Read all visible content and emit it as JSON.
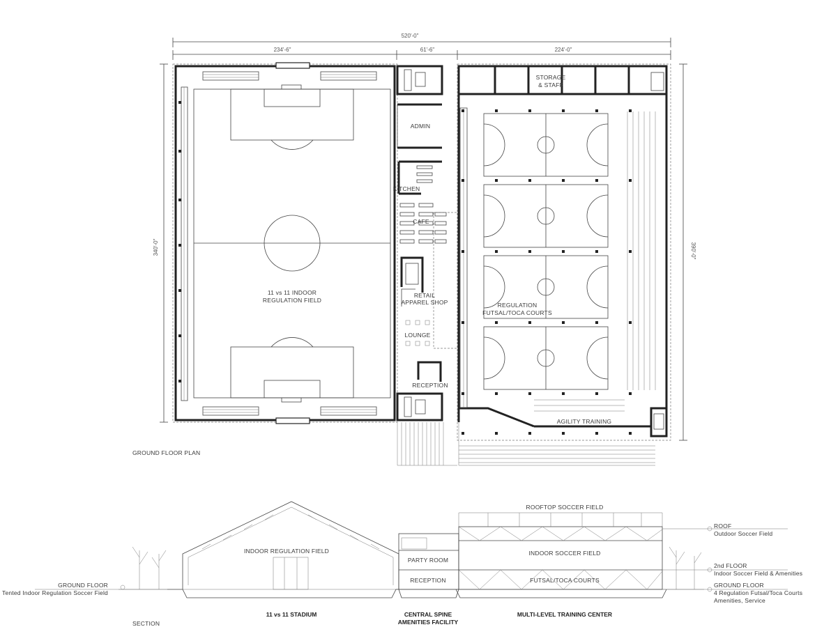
{
  "dimensions": {
    "overall": "520'-0\"",
    "stadium_width": "234'-6\"",
    "spine_width": "61'-6\"",
    "training_width": "224'-0\"",
    "left_depth": "340'-0\"",
    "right_depth": "390'-0\""
  },
  "plan": {
    "title": "GROUND FLOOR PLAN",
    "field_label_1": "11 vs 11 INDOOR",
    "field_label_2": "REGULATION FIELD",
    "rooms": {
      "storage_1": "STORAGE",
      "storage_2": "& STAFF",
      "admin": "ADMIN",
      "kitchen": "KITCHEN",
      "cafe": "CAFE",
      "retail_1": "RETAIL",
      "retail_2": "APPAREL SHOP",
      "lounge": "LOUNGE",
      "reception": "RECEPTION",
      "courts_1": "REGULATION",
      "courts_2": "FUTSAL/TOCA COURTS",
      "agility": "AGILITY TRAINING"
    }
  },
  "section": {
    "title": "SECTION",
    "rooftop": "ROOFTOP SOCCER FIELD",
    "indoor_regulation": "INDOOR REGULATION FIELD",
    "party_room": "PARTY ROOM",
    "reception": "RECEPTION",
    "indoor_soccer": "INDOOR SOCCER FIELD",
    "futsal": "FUTSAL/TOCA COURTS",
    "stadium_caption": "11 vs 11 STADIUM",
    "spine_caption_1": "CENTRAL SPINE",
    "spine_caption_2": "AMENITIES FACILITY",
    "training_caption": "MULTI-LEVEL TRAINING CENTER",
    "left_level": {
      "name": "GROUND FLOOR",
      "desc": "Tented Indoor Regulation Soccer Field"
    },
    "right_levels": [
      {
        "name": "ROOF",
        "desc": "Outdoor Soccer Field",
        "desc2": ""
      },
      {
        "name": "2nd FLOOR",
        "desc": "Indoor Soccer Field & Amenities",
        "desc2": ""
      },
      {
        "name": "GROUND FLOOR",
        "desc": "4 Regulation Futsal/Toca Courts",
        "desc2": "Amenities, Service"
      }
    ]
  }
}
